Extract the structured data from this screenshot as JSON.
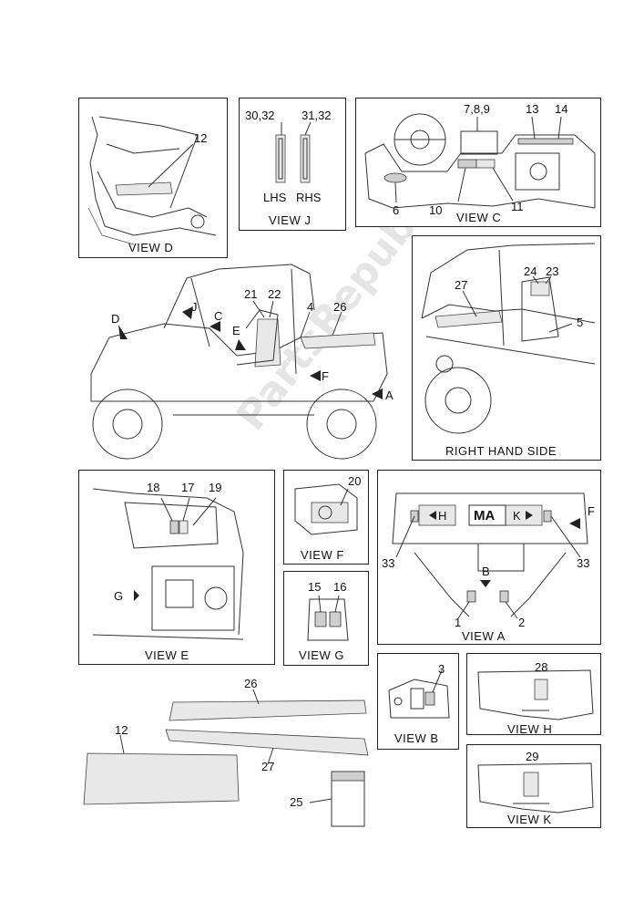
{
  "views": {
    "view_d": {
      "title": "VIEW D",
      "callouts": [
        "12"
      ]
    },
    "view_j": {
      "title": "VIEW J",
      "top_left": "30,32",
      "top_right": "31,32",
      "lhs": "LHS",
      "rhs": "RHS"
    },
    "view_c": {
      "title": "VIEW C",
      "callouts": [
        "7,8,9",
        "13",
        "14",
        "6",
        "10",
        "11"
      ]
    },
    "main": {
      "callouts": [
        "21",
        "22",
        "4",
        "26"
      ],
      "arrows": [
        "D",
        "J",
        "C",
        "E",
        "F",
        "A"
      ]
    },
    "right_hand_side": {
      "title": "RIGHT HAND SIDE",
      "callouts": [
        "27",
        "24",
        "23",
        "5"
      ]
    },
    "view_e": {
      "title": "VIEW E",
      "callouts": [
        "18",
        "17",
        "19"
      ],
      "arrow": "G"
    },
    "view_f": {
      "title": "VIEW F",
      "callouts": [
        "20"
      ]
    },
    "view_g": {
      "title": "VIEW G",
      "callouts": [
        "15",
        "16"
      ]
    },
    "view_a": {
      "title": "VIEW A",
      "callouts": [
        "33",
        "33",
        "1",
        "2"
      ],
      "arrows": [
        "H",
        "K",
        "F",
        "B"
      ],
      "badge": "MA"
    },
    "view_b": {
      "title": "VIEW B",
      "callouts": [
        "3"
      ]
    },
    "view_h": {
      "title": "VIEW H",
      "callouts": [
        "28"
      ]
    },
    "view_k": {
      "title": "VIEW K",
      "callouts": [
        "29"
      ]
    },
    "loose": {
      "callouts": [
        "26",
        "12",
        "27",
        "25"
      ]
    }
  },
  "watermark": "PartsRepublik"
}
